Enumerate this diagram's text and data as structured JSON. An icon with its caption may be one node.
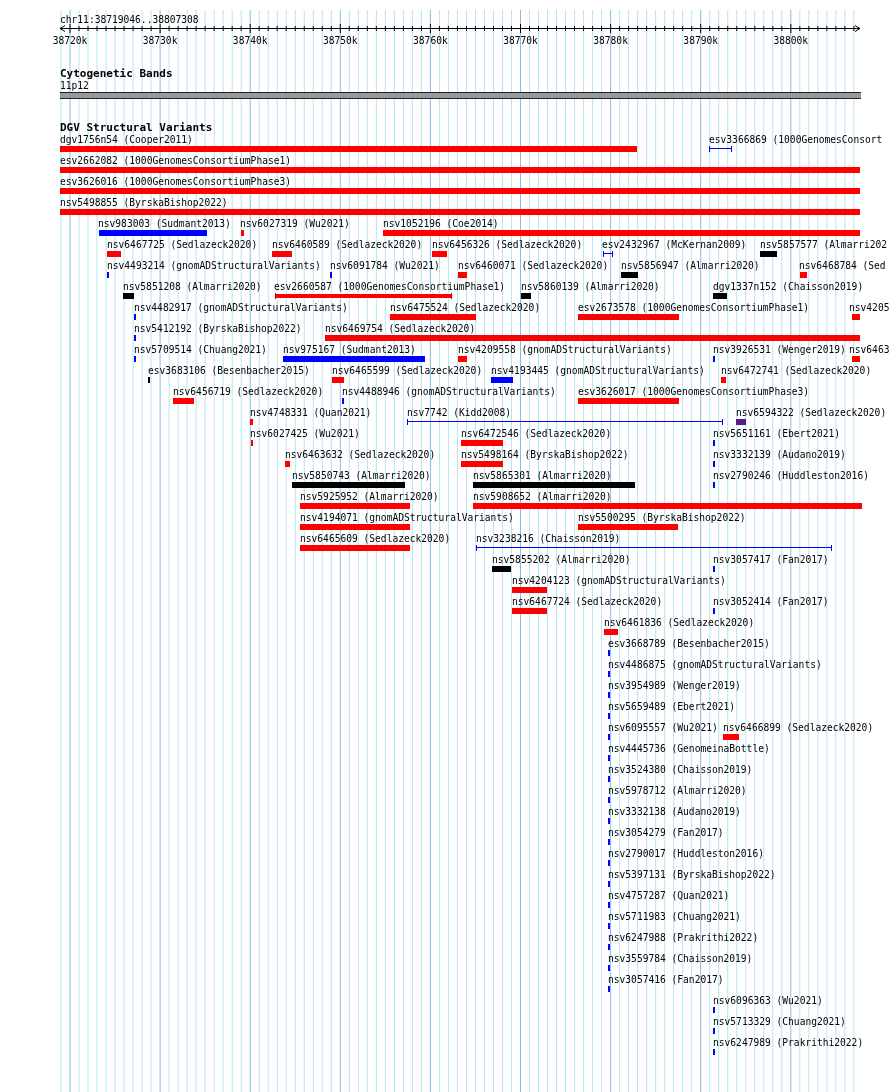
{
  "diagram": {
    "nodes": [
      {
        "text": [
          "11p12"
        ]
      },
      {
        "text": [
          "dgv1756n54 (Cooper2011)"
        ]
      },
      {
        "text": [
          "esv3366869 (1000GenomesConsort"
        ]
      },
      {
        "text": [
          "esv2662082 (1000GenomesConsortiumPhase1)"
        ]
      },
      {
        "text": [
          "esv3626016 (1000GenomesConsortiumPhase3)"
        ]
      },
      {
        "text": [
          "nsv5498855 (ByrskaBishop2022)"
        ]
      },
      {
        "text": [
          "nsv983003 (Sudmant2013)"
        ]
      },
      {
        "text": [
          "nsv6027319 (Wu2021)"
        ]
      },
      {
        "text": [
          "nsv1052196 (Coe2014)"
        ]
      },
      {
        "text": [
          "nsv6467725 (Sedlazeck2020)"
        ]
      },
      {
        "text": [
          "nsv6460589 (Sedlazeck2020)"
        ]
      },
      {
        "text": [
          "nsv6456326 (Sedlazeck2020)"
        ]
      },
      {
        "text": [
          "esv2432967 (McKernan2009)"
        ]
      },
      {
        "text": [
          "nsv5857577 (Almarri202"
        ]
      },
      {
        "text": [
          "nsv4493214 (gnomADStructuralVariants)"
        ]
      },
      {
        "text": [
          "nsv6091784 (Wu2021)"
        ]
      },
      {
        "text": [
          "nsv6460071 (Sedlazeck2020)"
        ]
      },
      {
        "text": [
          "nsv5856947 (Almarri2020)"
        ]
      },
      {
        "text": [
          "nsv6468784 (Sed"
        ]
      },
      {
        "text": [
          "nsv5851208 (Almarri2020)"
        ]
      },
      {
        "text": [
          "esv2660587 (1000GenomesConsortiumPhase1)"
        ]
      },
      {
        "text": [
          "nsv5860139 (Almarri2020)"
        ]
      },
      {
        "text": [
          "dgv1337n152 (Chaisson2019)"
        ]
      },
      {
        "text": [
          "nsv4482917 (gnomADStructuralVariants)"
        ]
      },
      {
        "text": [
          "nsv6475524 (Sedlazeck2020)"
        ]
      },
      {
        "text": [
          "esv2673578 (1000GenomesConsortiumPhase1)"
        ]
      },
      {
        "text": [
          "nsv4205"
        ]
      },
      {
        "text": [
          "nsv5412192 (ByrskaBishop2022)"
        ]
      },
      {
        "text": [
          "nsv6469754 (Sedlazeck2020)"
        ]
      },
      {
        "text": [
          "nsv5709514 (Chuang2021)"
        ]
      },
      {
        "text": [
          "nsv975167 (Sudmant2013)"
        ]
      },
      {
        "text": [
          "nsv4209558 (gnomADStructuralVariants)"
        ]
      },
      {
        "text": [
          "nsv3926531 (Wenger2019)"
        ]
      },
      {
        "text": [
          "nsv6463"
        ]
      },
      {
        "text": [
          "esv3683106 (Besenbacher2015)"
        ]
      },
      {
        "text": [
          "nsv6465599 (Sedlazeck2020)"
        ]
      },
      {
        "text": [
          "nsv4193445 (gnomADStructuralVariants)"
        ]
      },
      {
        "text": [
          "nsv6472741 (Sedlazeck2020)"
        ]
      },
      {
        "text": [
          "nsv6456719 (Sedlazeck2020)"
        ]
      },
      {
        "text": [
          "nsv4488946 (gnomADStructuralVariants)"
        ]
      },
      {
        "text": [
          "esv3626017 (1000GenomesConsortiumPhase3)"
        ]
      },
      {
        "text": [
          "nsv4748331 (Quan2021)"
        ]
      },
      {
        "text": [
          "nsv7742 (Kidd2008)"
        ]
      },
      {
        "text": [
          "nsv6594322 (Sedlazeck2020)"
        ]
      },
      {
        "text": [
          "nsv6027425 (Wu2021)"
        ]
      },
      {
        "text": [
          "nsv6472546 (Sedlazeck2020)"
        ]
      },
      {
        "text": [
          "nsv5651161 (Ebert2021)"
        ]
      },
      {
        "text": [
          "nsv6463632 (Sedlazeck2020)"
        ]
      },
      {
        "text": [
          "nsv5498164 (ByrskaBishop2022)"
        ]
      },
      {
        "text": [
          "nsv3332139 (Audano2019)"
        ]
      },
      {
        "text": [
          "nsv5850743 (Almarri2020)"
        ]
      },
      {
        "text": [
          "nsv5865301 (Almarri2020)"
        ]
      },
      {
        "text": [
          "nsv2790246 (Huddleston2016)"
        ]
      },
      {
        "text": [
          "nsv5925952 (Almarri2020)"
        ]
      },
      {
        "text": [
          "nsv5908652 (Almarri2020)"
        ]
      },
      {
        "text": [
          "nsv4194071 (gnomADStructuralVariants)"
        ]
      },
      {
        "text": [
          "nsv5500295 (ByrskaBishop2022)"
        ]
      },
      {
        "text": [
          "nsv6465609 (Sedlazeck2020)"
        ]
      },
      {
        "text": [
          "nsv3238216 (Chaisson2019)"
        ]
      },
      {
        "text": [
          "nsv5855202 (Almarri2020)"
        ]
      },
      {
        "text": [
          "nsv3057417 (Fan2017)"
        ]
      },
      {
        "text": [
          "nsv4204123 (gnomADStructuralVariants)"
        ]
      },
      {
        "text": [
          "nsv6467724 (Sedlazeck2020)"
        ]
      },
      {
        "text": [
          "nsv3052414 (Fan2017)"
        ]
      },
      {
        "text": [
          "nsv6461836 (Sedlazeck2020)"
        ]
      },
      {
        "text": [
          "esv3668789 (Besenbacher2015)"
        ]
      },
      {
        "text": [
          "nsv4486875 (gnomADStructuralVariants)"
        ]
      },
      {
        "text": [
          "nsv3954989 (Wenger2019)"
        ]
      },
      {
        "text": [
          "nsv5659489 (Ebert2021)"
        ]
      },
      {
        "text": [
          "nsv6095557 (Wu2021)"
        ]
      },
      {
        "text": [
          "nsv6466899 (Sedlazeck2020)"
        ]
      },
      {
        "text": [
          "nsv4445736 (GenomeinaBottle)"
        ]
      },
      {
        "text": [
          "nsv3524380 (Chaisson2019)"
        ]
      },
      {
        "text": [
          "nsv5978712 (Almarri2020)"
        ]
      },
      {
        "text": [
          "nsv3332138 (Audano2019)"
        ]
      },
      {
        "text": [
          "nsv3054279 (Fan2017)"
        ]
      },
      {
        "text": [
          "nsv2790017 (Huddleston2016)"
        ]
      },
      {
        "text": [
          "nsv5397131 (ByrskaBishop2022)"
        ]
      },
      {
        "text": [
          "nsv4757287 (Quan2021)"
        ]
      },
      {
        "text": [
          "nsv5711983 (Chuang2021)"
        ]
      },
      {
        "text": [
          "nsv6247988 (Prakrithi2022)"
        ]
      },
      {
        "text": [
          "nsv3559784 (Chaisson2019)"
        ]
      },
      {
        "text": [
          "nsv3057416 (Fan2017)"
        ]
      },
      {
        "text": [
          "nsv6096363 (Wu2021)"
        ]
      },
      {
        "text": [
          "nsv5713329 (Chuang2021)"
        ]
      },
      {
        "text": [
          "nsv6247989 (Prakrithi2022)"
        ]
      }
    ],
    "labels": [
      "chr11:38719046..38807308",
      "38720k",
      "38730k",
      "38740k",
      "38750k",
      "38760k",
      "38770k",
      "38780k",
      "38790k",
      "38800k",
      "Cytogenetic Bands",
      "DGV Structural Variants"
    ]
  }
}
